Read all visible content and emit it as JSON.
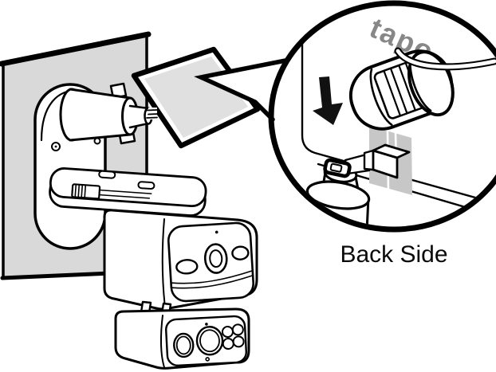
{
  "figure": {
    "type": "installation-diagram",
    "caption": "Back Side",
    "brand_logo": "tapo"
  },
  "colors": {
    "background": "#ffffff",
    "outline": "#000000",
    "wall": "#d9d9d9",
    "card": "#e0e0e0",
    "port_panel": "#c7c7c7",
    "brand_logo": "#878787",
    "direction_arrow": "#111111"
  },
  "parts": [
    "wall-plate",
    "wall-mount-base",
    "power-barrel-connector",
    "adhesive-card",
    "mount-plate",
    "camera-upper-unit",
    "camera-lower-unit",
    "magnifier-detail",
    "plug-cover",
    "power-cable",
    "power-plug-connector",
    "insert-direction-arrow",
    "callout-arrow"
  ]
}
